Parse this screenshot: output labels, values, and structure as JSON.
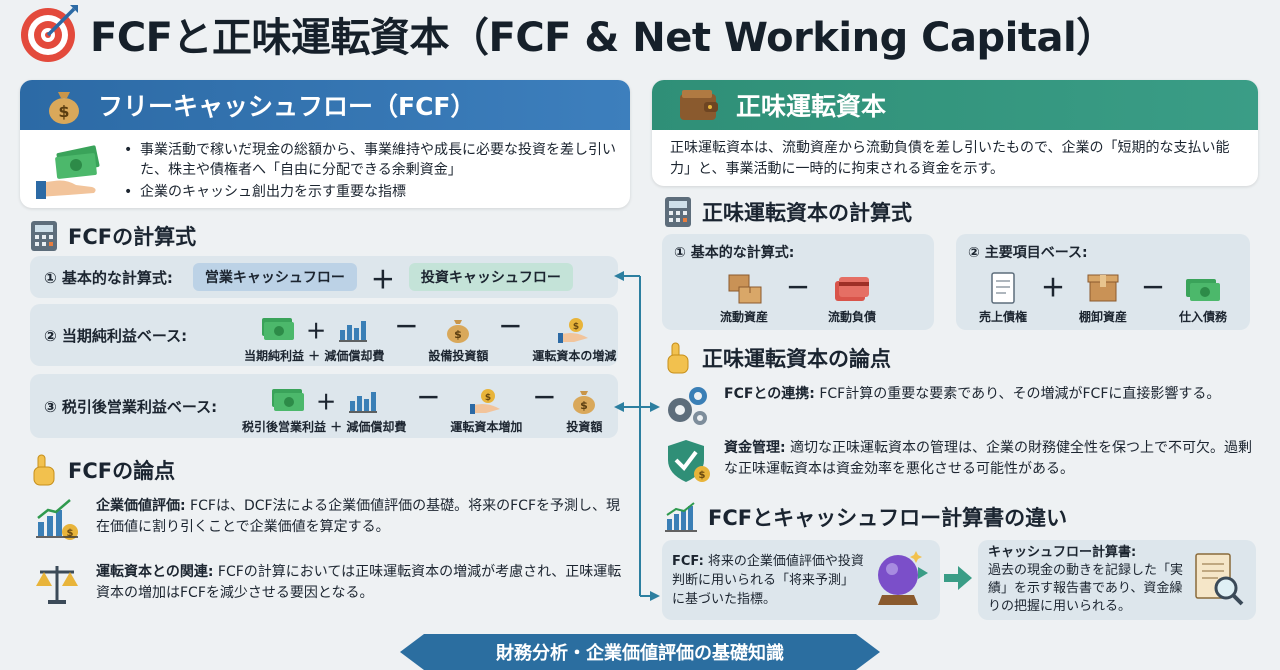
{
  "title": "FCFと正味運転資本（FCF & Net Working Capital）",
  "colors": {
    "blue": "#2c6aa5",
    "green": "#2f8f77",
    "accent_red": "#d73a2e",
    "money_green": "#2f9a4e"
  },
  "fcf": {
    "header": "フリーキャッシュフロー（FCF）",
    "bullets": [
      "事業活動で稼いだ現金の総額から、事業維持や成長に必要な投資を差し引いた、株主や債権者へ「自由に分配できる余剰資金」",
      "企業のキャッシュ創出力を示す重要な指標"
    ],
    "formula_title": "FCFの計算式",
    "formula1": {
      "label": "① 基本的な計算式:",
      "a": "営業キャッシュフロー",
      "op": "＋",
      "b": "投資キャッシュフロー"
    },
    "formula2": {
      "label": "② 当期純利益ベース:",
      "items": [
        "当期純利益 ＋ 減価償却費",
        "設備投資額",
        "運転資本の増減"
      ],
      "ops": [
        "＋",
        "－",
        "－"
      ]
    },
    "formula3": {
      "label": "③ 税引後営業利益ベース:",
      "items": [
        "税引後営業利益 ＋ 減価償却費",
        "運転資本増加",
        "投資額"
      ],
      "ops": [
        "＋",
        "－",
        "－"
      ]
    },
    "points_title": "FCFの論点",
    "points": [
      {
        "title": "企業価値評価:",
        "text": " FCFは、DCF法による企業価値評価の基礎。将来のFCFを予測し、現在価値に割り引くことで企業価値を算定する。"
      },
      {
        "title": "運転資本との関連:",
        "text": " FCFの計算においては正味運転資本の増減が考慮され、正味運転資本の増加はFCFを減少させる要因となる。"
      }
    ]
  },
  "nwc": {
    "header": "正味運転資本",
    "description": "正味運転資本は、流動資産から流動負債を差し引いたもので、企業の「短期的な支払い能力」と、事業活動に一時的に拘束される資金を示す。",
    "formula_title": "正味運転資本の計算式",
    "formula1": {
      "label": "① 基本的な計算式:",
      "a": "流動資産",
      "op": "－",
      "b": "流動負債"
    },
    "formula2": {
      "label": "② 主要項目ベース:",
      "a": "売上債権",
      "op1": "＋",
      "b": "棚卸資産",
      "op2": "－",
      "c": "仕入債務"
    },
    "points_title": "正味運転資本の論点",
    "points": [
      {
        "title": "FCFとの連携:",
        "text": " FCF計算の重要な要素であり、その増減がFCFに直接影響する。"
      },
      {
        "title": "資金管理:",
        "text": " 適切な正味運転資本の管理は、企業の財務健全性を保つ上で不可欠。過剰な正味運転資本は資金効率を悪化させる可能性がある。"
      }
    ],
    "diff_title": "FCFとキャッシュフロー計算書の違い",
    "diff_fcf": {
      "title": "FCF:",
      "text": " 将来の企業価値評価や投資判断に用いられる「将来予測」に基づいた指標。"
    },
    "diff_cfs": {
      "title": "キャッシュフロー計算書:",
      "text": "過去の現金の動きを記録した「実績」を示す報告書であり、資金繰りの把握に用いられる。"
    }
  },
  "footer": "財務分析・企業価値評価の基礎知識"
}
